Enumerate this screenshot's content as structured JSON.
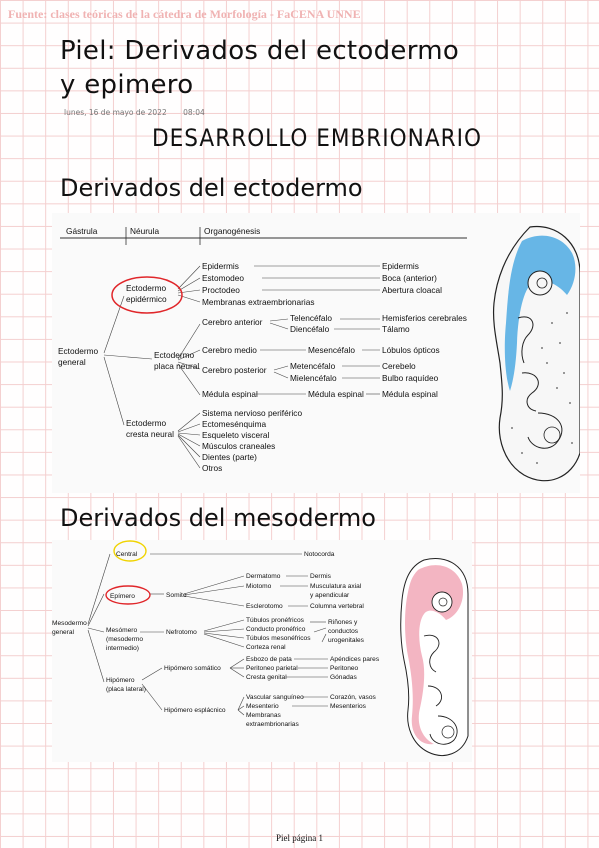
{
  "source": "Fuente: clases teóricas de la cátedra de Morfología - FaCENA UNNE",
  "title_line1": "Piel: Derivados del ectodermo",
  "title_line2": "y epimero",
  "date": "lunes, 16 de mayo de 2022",
  "time": "08:04",
  "heading": "DESARROLLO EMBRIONARIO",
  "section1": "Derivados del ectodermo",
  "section2": "Derivados del mesodermo",
  "footer": "Piel página 1",
  "colors": {
    "grid": "#f4cfcf",
    "source": "#f0b3b3",
    "circle": "#e0262a",
    "highlight": "#f0d300",
    "ecto_blue": "#67b6e6",
    "meso_pink": "#f3b5c2"
  },
  "ecto": {
    "headers": [
      "Gástrula",
      "Néurula",
      "Organogénesis"
    ],
    "root": [
      "Ectodermo",
      "general"
    ],
    "epi": [
      "Ectodermo",
      "epidérmico"
    ],
    "neural": [
      "Ectodermo",
      "placa neural"
    ],
    "cresta": [
      "Ectodermo",
      "cresta neural"
    ],
    "epi_items": [
      "Epidermis",
      "Estomodeo",
      "Proctodeo",
      "Membranas extraembrionarias"
    ],
    "epi_results": [
      "Epidermis",
      "Boca (anterior)",
      "Abertura cloacal"
    ],
    "neural_items": [
      "Cerebro anterior",
      "Cerebro medio",
      "Cerebro posterior",
      "Médula espinal"
    ],
    "tel": "Telencéfalo",
    "dien": "Diencéfalo",
    "mesen": "Mesencéfalo",
    "meten": "Metencéfalo",
    "mielen": "Mielencéfalo",
    "med": "Médula espinal",
    "results": [
      "Hemisferios cerebrales",
      "Tálamo",
      "Lóbulos ópticos",
      "Cerebelo",
      "Bulbo raquídeo",
      "Médula espinal"
    ],
    "cresta_items": [
      "Sistema nervioso periférico",
      "Ectomesénquima",
      "Esqueleto visceral",
      "Músculos craneales",
      "Dientes (parte)",
      "Otros"
    ]
  },
  "meso": {
    "root": [
      "Mesodermo",
      "general"
    ],
    "central": "Central",
    "notocorda": "Notocorda",
    "epimero": "Epímero",
    "somito": "Somito",
    "somito_items": [
      "Dermatomo",
      "Miotomo",
      "Esclerotomo"
    ],
    "somito_results": [
      "Dermis",
      "Musculatura axial",
      "y apendicular",
      "Columna vertebral"
    ],
    "mesomero": [
      "Mesómero",
      "(mesodermo",
      "intermedio)"
    ],
    "nefrotomo": "Nefrotomo",
    "nefro_items": [
      "Túbulos pronéfricos",
      "Conducto pronéfrico",
      "Túbulos mesonéfricos",
      "Corteza renal"
    ],
    "nefro_results": [
      "Riñones y",
      "conductos",
      "urogenitales"
    ],
    "hipomero": [
      "Hipómero",
      "(placa lateral)"
    ],
    "somatico": "Hipómero somático",
    "somatico_items": [
      "Esbozo de pata",
      "Peritoneo parietal",
      "Cresta genital"
    ],
    "somatico_results": [
      "Apéndices pares",
      "Peritoneo",
      "Gónadas"
    ],
    "esplacnico": "Hipómero esplácnico",
    "esplacnico_items": [
      "Vascular sanguíneo",
      "Mesenterio",
      "Membranas",
      "extraembrionarias"
    ],
    "esplacnico_results": [
      "Corazón, vasos",
      "Mesenterios"
    ]
  }
}
